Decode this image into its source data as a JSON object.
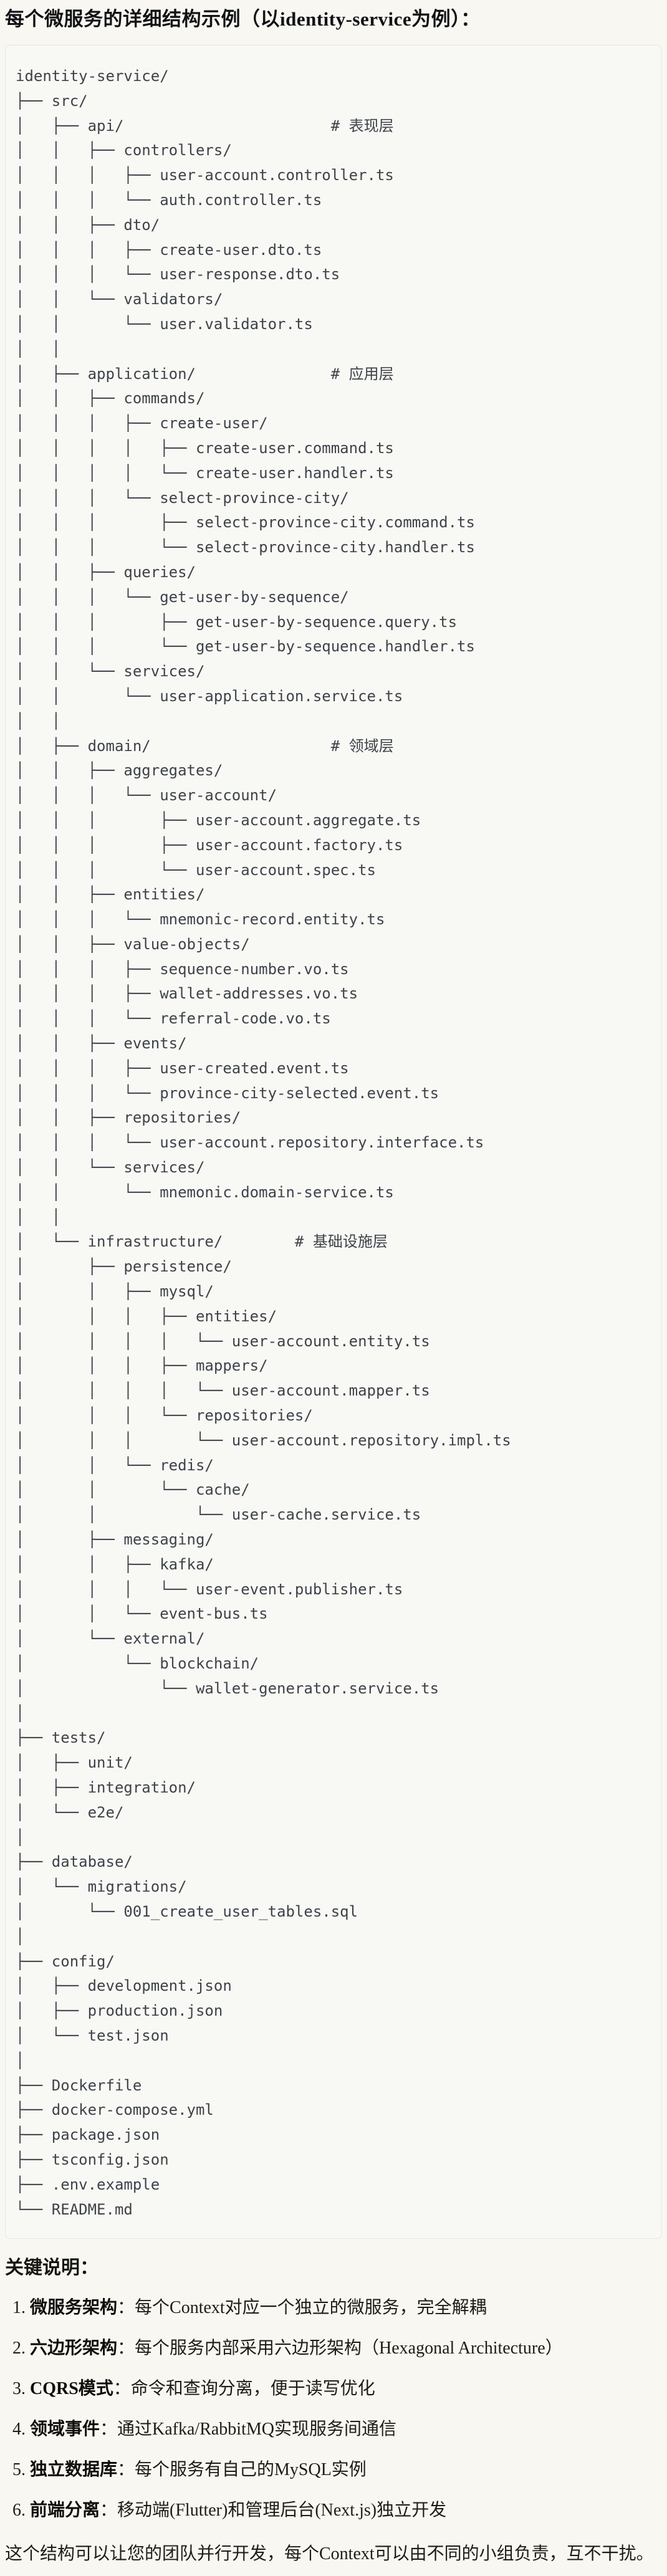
{
  "page": {
    "title": "每个微服务的详细结构示例（以identity-service为例）："
  },
  "tree": {
    "lines": [
      "identity-service/",
      "├── src/",
      "│   ├── api/                       # 表现层",
      "│   │   ├── controllers/",
      "│   │   │   ├── user-account.controller.ts",
      "│   │   │   └── auth.controller.ts",
      "│   │   ├── dto/",
      "│   │   │   ├── create-user.dto.ts",
      "│   │   │   └── user-response.dto.ts",
      "│   │   └── validators/",
      "│   │       └── user.validator.ts",
      "│   │",
      "│   ├── application/               # 应用层",
      "│   │   ├── commands/",
      "│   │   │   ├── create-user/",
      "│   │   │   │   ├── create-user.command.ts",
      "│   │   │   │   └── create-user.handler.ts",
      "│   │   │   └── select-province-city/",
      "│   │   │       ├── select-province-city.command.ts",
      "│   │   │       └── select-province-city.handler.ts",
      "│   │   ├── queries/",
      "│   │   │   └── get-user-by-sequence/",
      "│   │   │       ├── get-user-by-sequence.query.ts",
      "│   │   │       └── get-user-by-sequence.handler.ts",
      "│   │   └── services/",
      "│   │       └── user-application.service.ts",
      "│   │",
      "│   ├── domain/                    # 领域层",
      "│   │   ├── aggregates/",
      "│   │   │   └── user-account/",
      "│   │   │       ├── user-account.aggregate.ts",
      "│   │   │       ├── user-account.factory.ts",
      "│   │   │       └── user-account.spec.ts",
      "│   │   ├── entities/",
      "│   │   │   └── mnemonic-record.entity.ts",
      "│   │   ├── value-objects/",
      "│   │   │   ├── sequence-number.vo.ts",
      "│   │   │   ├── wallet-addresses.vo.ts",
      "│   │   │   └── referral-code.vo.ts",
      "│   │   ├── events/",
      "│   │   │   ├── user-created.event.ts",
      "│   │   │   └── province-city-selected.event.ts",
      "│   │   ├── repositories/",
      "│   │   │   └── user-account.repository.interface.ts",
      "│   │   └── services/",
      "│   │       └── mnemonic.domain-service.ts",
      "│   │",
      "│   └── infrastructure/        # 基础设施层",
      "│       ├── persistence/",
      "│       │   ├── mysql/",
      "│       │   │   ├── entities/",
      "│       │   │   │   └── user-account.entity.ts",
      "│       │   │   ├── mappers/",
      "│       │   │   │   └── user-account.mapper.ts",
      "│       │   │   └── repositories/",
      "│       │   │       └── user-account.repository.impl.ts",
      "│       │   └── redis/",
      "│       │       └── cache/",
      "│       │           └── user-cache.service.ts",
      "│       ├── messaging/",
      "│       │   ├── kafka/",
      "│       │   │   └── user-event.publisher.ts",
      "│       │   └── event-bus.ts",
      "│       └── external/",
      "│           └── blockchain/",
      "│               └── wallet-generator.service.ts",
      "│",
      "├── tests/",
      "│   ├── unit/",
      "│   ├── integration/",
      "│   └── e2e/",
      "│",
      "├── database/",
      "│   └── migrations/",
      "│       └── 001_create_user_tables.sql",
      "│",
      "├── config/",
      "│   ├── development.json",
      "│   ├── production.json",
      "│   └── test.json",
      "│",
      "├── Dockerfile",
      "├── docker-compose.yml",
      "├── package.json",
      "├── tsconfig.json",
      "├── .env.example",
      "└── README.md"
    ]
  },
  "notes": {
    "heading": "关键说明：",
    "items": [
      {
        "num": "1.",
        "term": "微服务架构",
        "desc": "：每个Context对应一个独立的微服务，完全解耦"
      },
      {
        "num": "2.",
        "term": "六边形架构",
        "desc": "：每个服务内部采用六边形架构（Hexagonal Architecture）"
      },
      {
        "num": "3.",
        "term": "CQRS模式",
        "desc": "：命令和查询分离，便于读写优化"
      },
      {
        "num": "4.",
        "term": "领域事件",
        "desc": "：通过Kafka/RabbitMQ实现服务间通信"
      },
      {
        "num": "5.",
        "term": "独立数据库",
        "desc": "：每个服务有自己的MySQL实例"
      },
      {
        "num": "6.",
        "term": "前端分离",
        "desc": "：移动端(Flutter)和管理后台(Next.js)独立开发"
      }
    ],
    "footer": "这个结构可以让您的团队并行开发，每个Context可以由不同的小组负责，互不干扰。"
  }
}
